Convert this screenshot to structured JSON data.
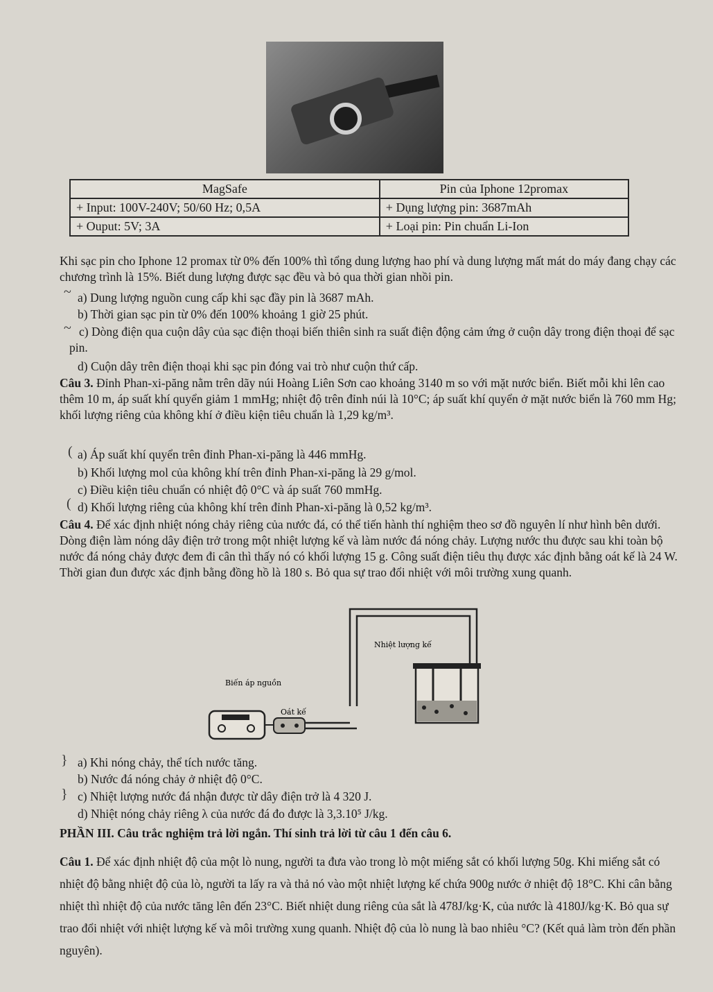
{
  "table": {
    "headers": [
      "MagSafe",
      "Pin của Iphone 12promax"
    ],
    "rows": [
      [
        "+ Input: 100V-240V; 50/60 Hz; 0,5A",
        "+ Dụng lượng pin: 3687mAh"
      ],
      [
        "+ Ouput: 5V; 3A",
        "+ Loại pin: Pin chuẩn Li-Ion"
      ]
    ]
  },
  "q2_intro": "Khi sạc pin cho Iphone 12 promax từ 0% đến 100% thì tổng dung lượng hao phí và dung lượng mất mát do máy đang chạy các chương trình là 15%. Biết dung lượng được sạc đều và bỏ qua thời gian nhồi pin.",
  "q2_items": [
    "a) Dung lượng nguồn cung cấp khi sạc đầy pin là 3687 mAh.",
    "b) Thời gian sạc pin từ 0% đến 100% khoảng 1 giờ 25 phút.",
    "c) Dòng điện qua cuộn dây của sạc điện thoại biến thiên sinh ra suất điện động cảm ứng ở cuộn dây trong điện thoại để sạc pin.",
    "d) Cuộn dây trên điện thoại khi sạc pin đóng vai trò như cuộn thứ cấp."
  ],
  "q3_label": "Câu 3.",
  "q3_intro": "Đỉnh Phan-xi-păng nằm trên dãy núi Hoàng Liên Sơn cao khoảng 3140 m so với mặt nước biển. Biết mỗi khi lên cao thêm 10 m, áp suất khí quyển giảm 1 mmHg; nhiệt độ trên đỉnh núi là 10°C; áp suất khí quyển ở mặt nước biển là 760 mm Hg; khối lượng riêng của không khí ở điều kiện tiêu chuẩn là 1,29 kg/m³.",
  "q3_items": [
    "a) Áp suất khí quyển trên đỉnh Phan-xi-păng là 446 mmHg.",
    "b) Khối lượng mol của không khí trên đỉnh Phan-xi-păng là 29 g/mol.",
    "c) Điều kiện tiêu chuẩn có nhiệt độ 0°C và áp suất 760 mmHg.",
    "d) Khối lượng riêng của không khí trên đỉnh Phan-xi-păng là 0,52 kg/m³."
  ],
  "q4_label": "Câu 4.",
  "q4_intro": "Để xác định nhiệt nóng chảy riêng của nước đá, có thể tiến hành thí nghiệm theo sơ đồ nguyên lí như hình bên dưới. Dòng điện làm nóng dây điện trở trong một nhiệt lượng kế và làm nước đá nóng chảy. Lượng nước thu được sau khi toàn bộ nước đá nóng chảy được đem đi cân thì thấy nó có khối lượng 15 g. Công suất điện tiêu thụ được xác định bằng oát kế là 24 W. Thời gian đun được xác định bằng đồng hồ là 180 s. Bỏ qua sự trao đổi nhiệt với môi trường xung quanh.",
  "diagram": {
    "calorimeter_label": "Nhiệt lượng kế",
    "source_label": "Biến áp nguồn",
    "wattmeter_label": "Oát kế"
  },
  "q4_items": [
    "a) Khi nóng chảy, thể tích nước tăng.",
    "b) Nước đá nóng chảy ở nhiệt độ 0°C.",
    "c) Nhiệt lượng nước đá nhận được từ dây điện trở là 4 320 J.",
    "d) Nhiệt nóng chảy riêng λ của nước đá đo được là 3,3.10⁵ J/kg."
  ],
  "part3_heading": "PHẦN III. Câu trắc nghiệm trả lời ngắn. Thí sinh trả lời từ câu 1 đến câu 6.",
  "p3q1_label": "Câu 1.",
  "p3q1_text": "Để xác định nhiệt độ của một lò nung, người ta đưa vào trong lò một miếng sắt có khối lượng 50g. Khi miếng sắt có nhiệt độ bằng nhiệt độ của lò, người ta lấy ra và thả nó vào một nhiệt lượng kế chứa 900g nước ở nhiệt độ 18°C. Khi cân bằng nhiệt thì nhiệt độ của nước tăng lên đến 23°C. Biết nhiệt dung riêng của sắt là 478J/kg·K, của nước là 4180J/kg·K. Bỏ qua sự trao đổi nhiệt với nhiệt lượng kế và môi trường xung quanh. Nhiệt độ của lò nung là bao nhiêu °C? (Kết quả làm tròn đến phần nguyên)."
}
